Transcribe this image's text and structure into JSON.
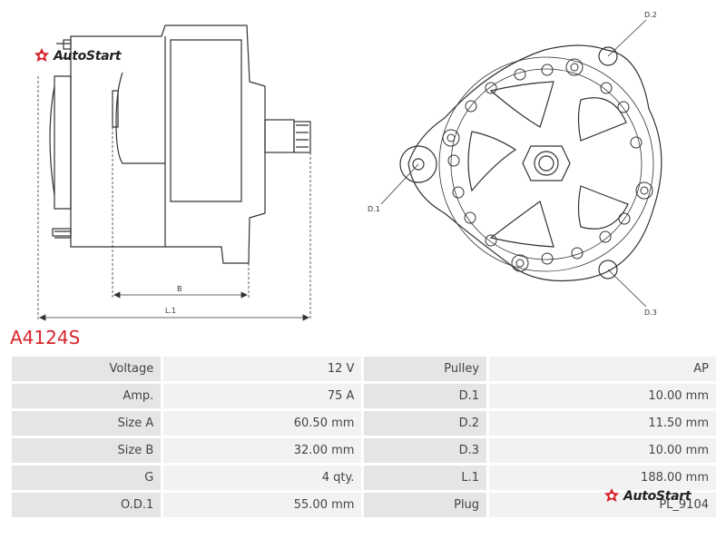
{
  "brand": {
    "name": "AutoStart",
    "accent": "#d8262d"
  },
  "part_number": "A4124S",
  "drawing_labels": {
    "b": "B",
    "l1": "L.1",
    "d1": "D.1",
    "d2": "D.2",
    "d3": "D.3"
  },
  "specs": [
    {
      "label": "Voltage",
      "value": "12 V",
      "label2": "Pulley",
      "value2": "AP"
    },
    {
      "label": "Amp.",
      "value": "75 A",
      "label2": "D.1",
      "value2": "10.00 mm"
    },
    {
      "label": "Size A",
      "value": "60.50 mm",
      "label2": "D.2",
      "value2": "11.50 mm"
    },
    {
      "label": "Size B",
      "value": "32.00 mm",
      "label2": "D.3",
      "value2": "10.00 mm"
    },
    {
      "label": "G",
      "value": "4 qty.",
      "label2": "L.1",
      "value2": "188.00 mm"
    },
    {
      "label": "O.D.1",
      "value": "55.00 mm",
      "label2": "Plug",
      "value2": "PL_9104"
    }
  ]
}
